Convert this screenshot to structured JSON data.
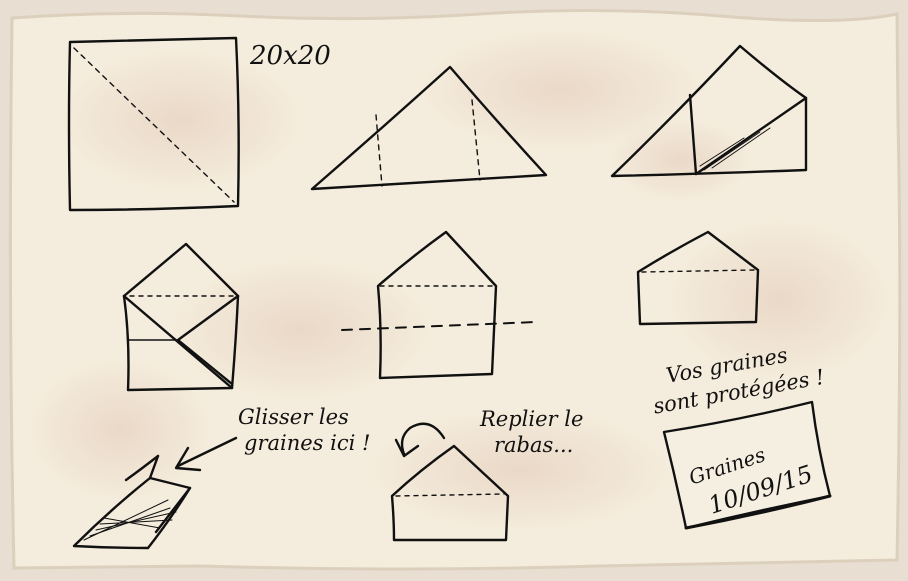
{
  "labels": {
    "size": "20x20",
    "slide_seeds": [
      "Glisser les",
      "graines ici !"
    ],
    "fold_flap": [
      "Replier le",
      "rabas..."
    ],
    "protected": [
      "Vos graines",
      "sont protégées !"
    ],
    "tag_title": "Graines",
    "tag_date": "10/09/15"
  },
  "colors": {
    "paper": "#f4ecdc",
    "paper_edge": "#dcd0bd",
    "ink": "#111111",
    "stain": "#e2c8b6"
  }
}
